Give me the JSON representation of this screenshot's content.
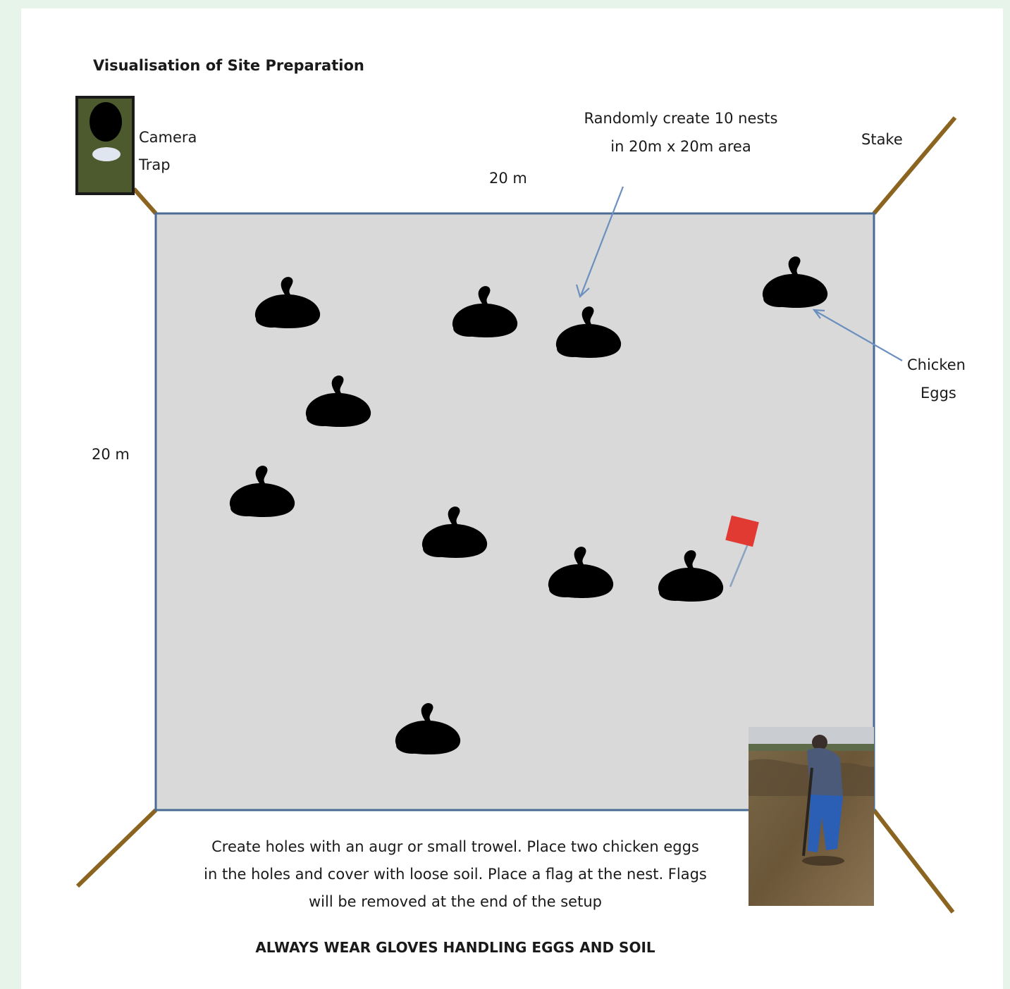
{
  "title": "Visualisation of Site Preparation",
  "labels": {
    "camera_trap_line1": "Camera",
    "camera_trap_line2": "Trap",
    "stake": "Stake",
    "top_dimension": "20 m",
    "side_dimension": "20 m",
    "nests_line1": "Randomly create 10 nests",
    "nests_line2": "in 20m x 20m area",
    "chicken_line1": "Chicken",
    "chicken_line2": "Eggs"
  },
  "instructions": {
    "line1": "Create holes with an augr or small trowel. Place two chicken eggs",
    "line2": "in the holes and cover with loose soil. Place a flag at the nest. Flags",
    "line3": "will be removed at the end of the setup",
    "warning": "ALWAYS WEAR GLOVES HANDLING EGGS AND SOIL"
  },
  "colors": {
    "background": "#e6f4ea",
    "area_fill": "#d9d9d9",
    "area_border": "#4a6c94",
    "stake": "#8b6420",
    "nest_outline": "#3c5d85",
    "arrow": "#6b8fbf",
    "flag": "#e03a33",
    "camera_body": "#4d5a2e"
  },
  "icons": [
    "camera-trap-icon",
    "nest-icon",
    "flag-icon",
    "stake-icon",
    "photo-person-digging"
  ]
}
